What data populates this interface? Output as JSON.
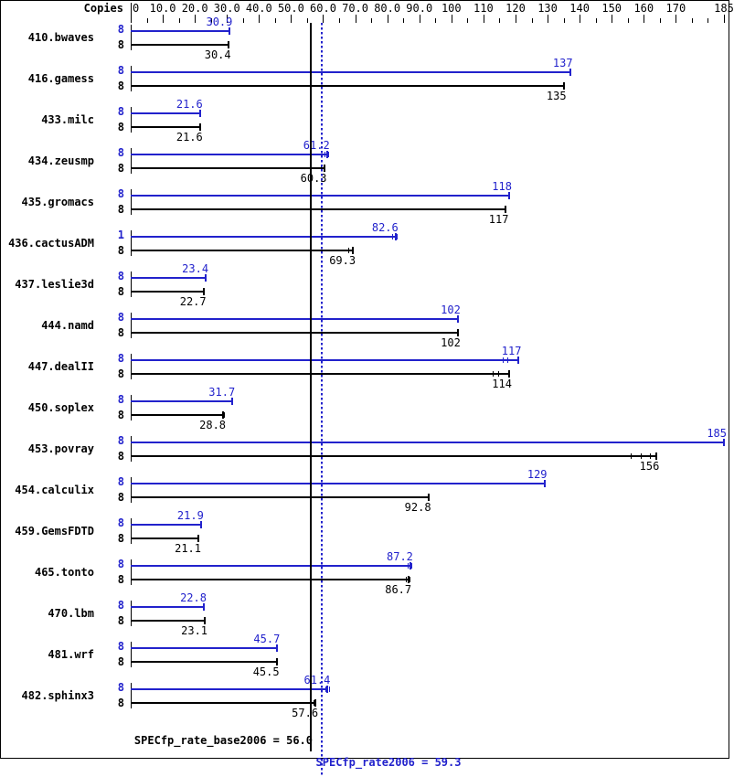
{
  "header": {
    "copies_label": "Copies"
  },
  "axis": {
    "min": 0,
    "max": 185,
    "tick_labels": [
      "0",
      "10.0",
      "20.0",
      "30.0",
      "40.0",
      "50.0",
      "60.0",
      "70.0",
      "80.0",
      "90.0",
      "100",
      "110",
      "120",
      "130",
      "140",
      "150",
      "160",
      "170",
      "185"
    ],
    "tick_values": [
      0,
      10,
      20,
      30,
      40,
      50,
      60,
      70,
      80,
      90,
      100,
      110,
      120,
      130,
      140,
      150,
      160,
      170,
      185
    ],
    "minor_step": 5
  },
  "reference_lines": {
    "base_value": 56.0,
    "base_color": "#000000",
    "peak_value": 59.3,
    "peak_color": "#2222cc"
  },
  "summary": {
    "base_text": "SPECfp_rate_base2006 = 56.0",
    "peak_text": "SPECfp_rate2006 = 59.3"
  },
  "chart_data": {
    "type": "bar",
    "title": "",
    "xlabel": "",
    "ylabel": "",
    "xlim": [
      0,
      185
    ],
    "grid": false,
    "orientation": "horizontal",
    "categories": [
      "410.bwaves",
      "416.gamess",
      "433.milc",
      "434.zeusmp",
      "435.gromacs",
      "436.cactusADM",
      "437.leslie3d",
      "444.namd",
      "447.dealII",
      "450.soplex",
      "453.povray",
      "454.calculix",
      "459.GemsFDTD",
      "465.tonto",
      "470.lbm",
      "481.wrf",
      "482.sphinx3"
    ],
    "series": [
      {
        "name": "peak",
        "color": "#2222cc",
        "values": [
          30.9,
          137,
          21.6,
          61.2,
          118,
          82.6,
          23.4,
          102,
          117,
          31.7,
          185,
          129,
          21.9,
          87.2,
          22.8,
          45.7,
          61.4
        ]
      },
      {
        "name": "base",
        "color": "#000000",
        "values": [
          30.4,
          135,
          21.6,
          60.3,
          117,
          69.3,
          22.7,
          102,
          114,
          28.8,
          156,
          92.8,
          21.1,
          86.7,
          23.1,
          45.5,
          57.6
        ]
      }
    ],
    "rows": [
      {
        "benchmark": "410.bwaves",
        "peak": {
          "copies": "8",
          "value": "30.9",
          "num": 30.9,
          "err_ticks": [
            30.9
          ]
        },
        "base": {
          "copies": "8",
          "value": "30.4",
          "num": 30.4,
          "err_ticks": [
            30.2,
            30.5
          ]
        }
      },
      {
        "benchmark": "416.gamess",
        "peak": {
          "copies": "8",
          "value": "137",
          "num": 137,
          "err_ticks": [
            137
          ]
        },
        "base": {
          "copies": "8",
          "value": "135",
          "num": 135,
          "err_ticks": [
            135
          ]
        }
      },
      {
        "benchmark": "433.milc",
        "peak": {
          "copies": "8",
          "value": "21.6",
          "num": 21.6,
          "err_ticks": [
            21.6
          ]
        },
        "base": {
          "copies": "8",
          "value": "21.6",
          "num": 21.6,
          "err_ticks": [
            21.4,
            21.7
          ]
        }
      },
      {
        "benchmark": "434.zeusmp",
        "peak": {
          "copies": "8",
          "value": "61.2",
          "num": 61.2,
          "err_ticks": [
            60.4,
            61.0,
            61.6
          ]
        },
        "base": {
          "copies": "8",
          "value": "60.3",
          "num": 60.3,
          "err_ticks": [
            59.4,
            60.3
          ]
        }
      },
      {
        "benchmark": "435.gromacs",
        "peak": {
          "copies": "8",
          "value": "118",
          "num": 118,
          "err_ticks": [
            118
          ]
        },
        "base": {
          "copies": "8",
          "value": "117",
          "num": 117,
          "err_ticks": [
            117
          ]
        }
      },
      {
        "benchmark": "436.cactusADM",
        "peak": {
          "copies": "1",
          "value": "82.6",
          "num": 82.6,
          "err_ticks": [
            81.5,
            83.0
          ]
        },
        "base": {
          "copies": "8",
          "value": "69.3",
          "num": 69.3,
          "err_ticks": [
            67.8,
            69.3
          ]
        }
      },
      {
        "benchmark": "437.leslie3d",
        "peak": {
          "copies": "8",
          "value": "23.4",
          "num": 23.4,
          "err_ticks": [
            23.4
          ]
        },
        "base": {
          "copies": "8",
          "value": "22.7",
          "num": 22.7,
          "err_ticks": [
            22.7
          ]
        }
      },
      {
        "benchmark": "444.namd",
        "peak": {
          "copies": "8",
          "value": "102",
          "num": 102,
          "err_ticks": [
            102
          ]
        },
        "base": {
          "copies": "8",
          "value": "102",
          "num": 102,
          "err_ticks": [
            102
          ]
        }
      },
      {
        "benchmark": "447.dealII",
        "peak": {
          "copies": "8",
          "value": "117",
          "num": 117,
          "num_end": 121,
          "err_ticks": [
            116,
            117.5
          ]
        },
        "base": {
          "copies": "8",
          "value": "114",
          "num": 114,
          "num_end": 118,
          "err_ticks": [
            113,
            114.5
          ]
        }
      },
      {
        "benchmark": "450.soplex",
        "peak": {
          "copies": "8",
          "value": "31.7",
          "num": 31.7,
          "err_ticks": [
            31.7
          ]
        },
        "base": {
          "copies": "8",
          "value": "28.8",
          "num": 28.8,
          "err_ticks": [
            28.5,
            29.2
          ]
        }
      },
      {
        "benchmark": "453.povray",
        "peak": {
          "copies": "8",
          "value": "185",
          "num": 185,
          "err_ticks": [
            185
          ]
        },
        "base": {
          "copies": "8",
          "value": "156",
          "num": 156,
          "num_end": 164,
          "err_ticks": [
            156,
            159,
            162
          ]
        }
      },
      {
        "benchmark": "454.calculix",
        "peak": {
          "copies": "8",
          "value": "129",
          "num": 129,
          "err_ticks": [
            129
          ]
        },
        "base": {
          "copies": "8",
          "value": "92.8",
          "num": 92.8,
          "err_ticks": [
            92.8
          ]
        }
      },
      {
        "benchmark": "459.GemsFDTD",
        "peak": {
          "copies": "8",
          "value": "21.9",
          "num": 21.9,
          "err_ticks": [
            21.9
          ]
        },
        "base": {
          "copies": "8",
          "value": "21.1",
          "num": 21.1,
          "err_ticks": [
            21.1
          ]
        }
      },
      {
        "benchmark": "465.tonto",
        "peak": {
          "copies": "8",
          "value": "87.2",
          "num": 87.2,
          "err_ticks": [
            86.5,
            87.6
          ]
        },
        "base": {
          "copies": "8",
          "value": "86.7",
          "num": 86.7,
          "err_ticks": [
            85.9,
            87.0
          ]
        }
      },
      {
        "benchmark": "470.lbm",
        "peak": {
          "copies": "8",
          "value": "22.8",
          "num": 22.8,
          "err_ticks": [
            22.8
          ]
        },
        "base": {
          "copies": "8",
          "value": "23.1",
          "num": 23.1,
          "err_ticks": [
            23.1
          ]
        }
      },
      {
        "benchmark": "481.wrf",
        "peak": {
          "copies": "8",
          "value": "45.7",
          "num": 45.7,
          "err_ticks": [
            45.7
          ]
        },
        "base": {
          "copies": "8",
          "value": "45.5",
          "num": 45.5,
          "err_ticks": [
            45.5
          ]
        }
      },
      {
        "benchmark": "482.sphinx3",
        "peak": {
          "copies": "8",
          "value": "61.4",
          "num": 61.4,
          "err_ticks": [
            60.6,
            61.2,
            61.8
          ]
        },
        "base": {
          "copies": "8",
          "value": "57.6",
          "num": 57.6,
          "err_ticks": [
            57.0,
            57.6
          ]
        }
      }
    ]
  }
}
